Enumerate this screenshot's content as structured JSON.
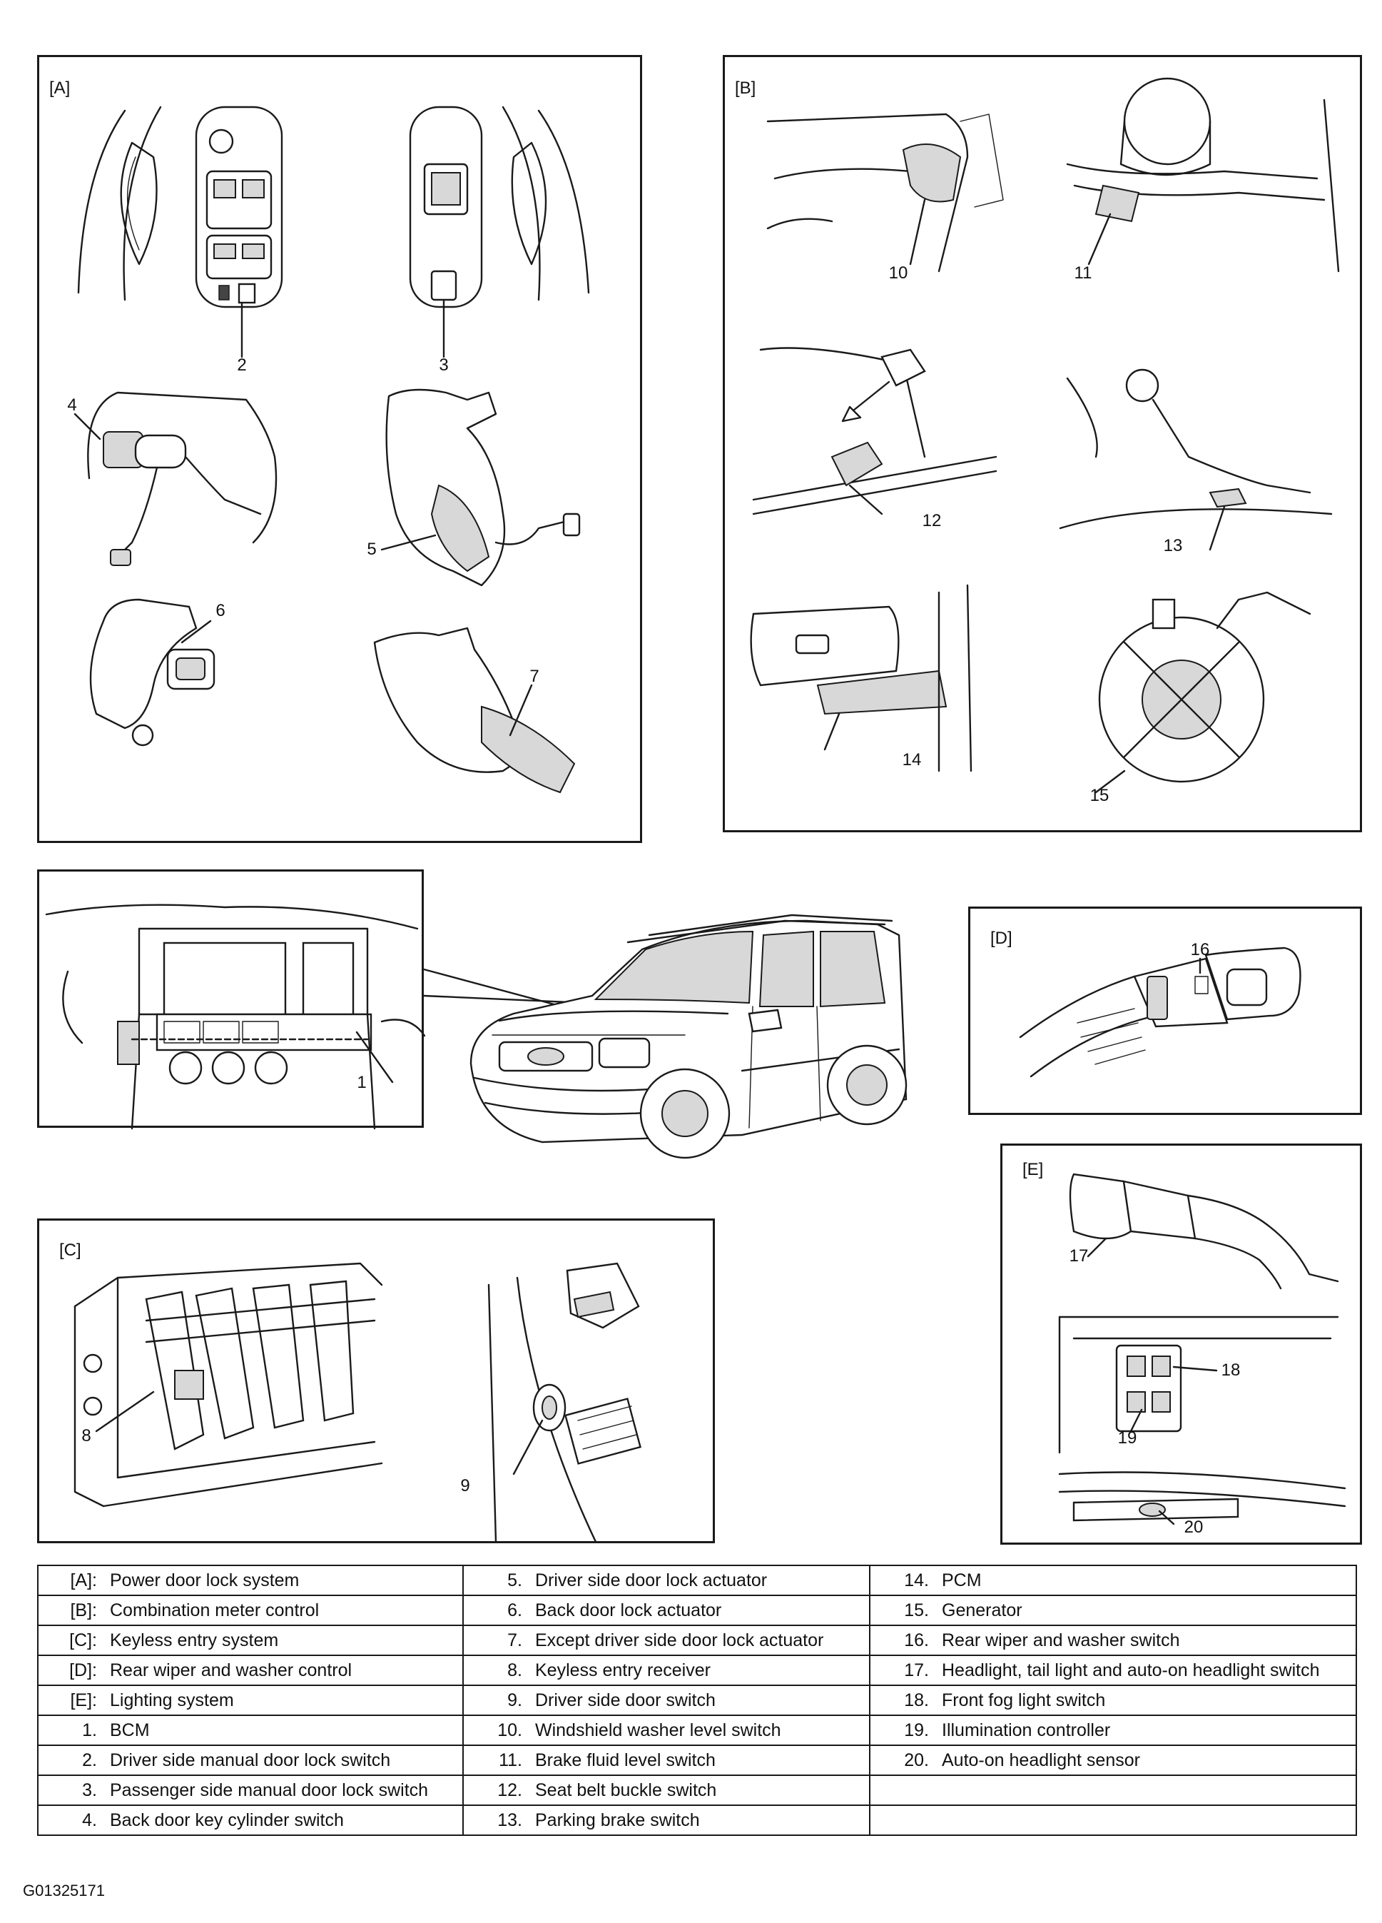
{
  "panels": {
    "a": {
      "tag": "[A]"
    },
    "b": {
      "tag": "[B]"
    },
    "c": {
      "tag": "[C]"
    },
    "d": {
      "tag": "[D]"
    },
    "e": {
      "tag": "[E]"
    }
  },
  "callouts": {
    "c1": "1",
    "c2": "2",
    "c3": "3",
    "c4": "4",
    "c5": "5",
    "c6": "6",
    "c7": "7",
    "c8": "8",
    "c9": "9",
    "c10": "10",
    "c11": "11",
    "c12": "12",
    "c13": "13",
    "c14": "14",
    "c15": "15",
    "c16": "16",
    "c17": "17",
    "c18": "18",
    "c19": "19",
    "c20": "20"
  },
  "legend": {
    "rows": [
      [
        {
          "code": "[A]:",
          "text": "Power door lock system"
        },
        {
          "code": "5.",
          "text": "Driver side door lock actuator"
        },
        {
          "code": "14.",
          "text": "PCM"
        }
      ],
      [
        {
          "code": "[B]:",
          "text": "Combination meter control"
        },
        {
          "code": "6.",
          "text": "Back door lock actuator"
        },
        {
          "code": "15.",
          "text": "Generator"
        }
      ],
      [
        {
          "code": "[C]:",
          "text": "Keyless entry system"
        },
        {
          "code": "7.",
          "text": "Except driver side door lock actuator"
        },
        {
          "code": "16.",
          "text": "Rear wiper and washer switch"
        }
      ],
      [
        {
          "code": "[D]:",
          "text": "Rear wiper and washer control"
        },
        {
          "code": "8.",
          "text": "Keyless entry receiver"
        },
        {
          "code": "17.",
          "text": "Headlight, tail light and auto-on headlight switch"
        }
      ],
      [
        {
          "code": "[E]:",
          "text": "Lighting system"
        },
        {
          "code": "9.",
          "text": "Driver side door switch"
        },
        {
          "code": "18.",
          "text": "Front fog light switch"
        }
      ],
      [
        {
          "code": "1.",
          "text": "BCM"
        },
        {
          "code": "10.",
          "text": "Windshield washer level switch"
        },
        {
          "code": "19.",
          "text": "Illumination controller"
        }
      ],
      [
        {
          "code": "2.",
          "text": "Driver side manual door lock switch"
        },
        {
          "code": "11.",
          "text": "Brake fluid level switch"
        },
        {
          "code": "20.",
          "text": "Auto-on headlight sensor"
        }
      ],
      [
        {
          "code": "3.",
          "text": "Passenger side manual door lock switch"
        },
        {
          "code": "12.",
          "text": "Seat belt buckle switch"
        },
        {
          "code": "",
          "text": ""
        }
      ],
      [
        {
          "code": "4.",
          "text": "Back door key cylinder switch"
        },
        {
          "code": "13.",
          "text": "Parking brake switch"
        },
        {
          "code": "",
          "text": ""
        }
      ]
    ]
  },
  "figure_id": "G01325171"
}
